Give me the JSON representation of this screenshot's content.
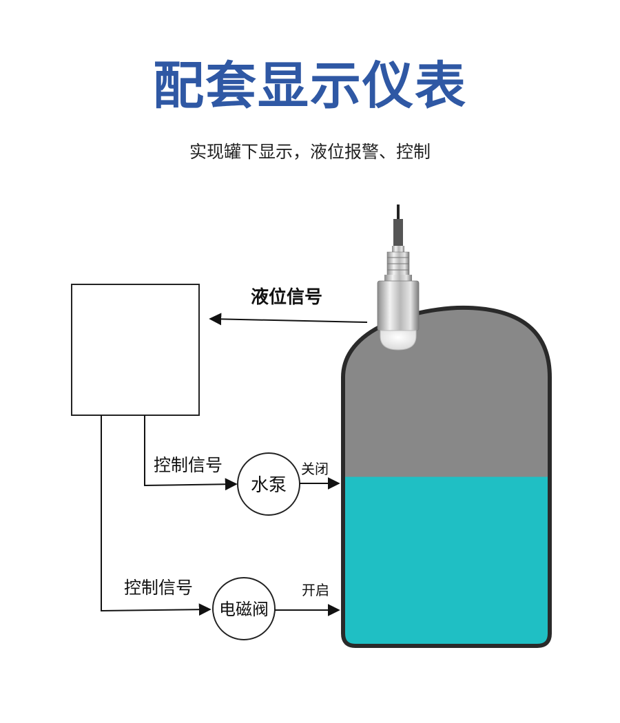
{
  "title": "配套显示仪表",
  "subtitle": "实现罐下显示，液位报警、控制",
  "diagram": {
    "level_signal": "液位信号",
    "control_signal_pump": "控制信号",
    "control_signal_valve": "控制信号",
    "pump": "水泵",
    "valve": "电磁阀",
    "pump_action": "关闭",
    "valve_action": "开启",
    "liquid_level_fraction": 0.5,
    "colors": {
      "title": "#2f58a4",
      "tank_empty": "#888888",
      "tank_liquid": "#1fbfc4",
      "tank_outline": "#2a2a2a"
    }
  }
}
